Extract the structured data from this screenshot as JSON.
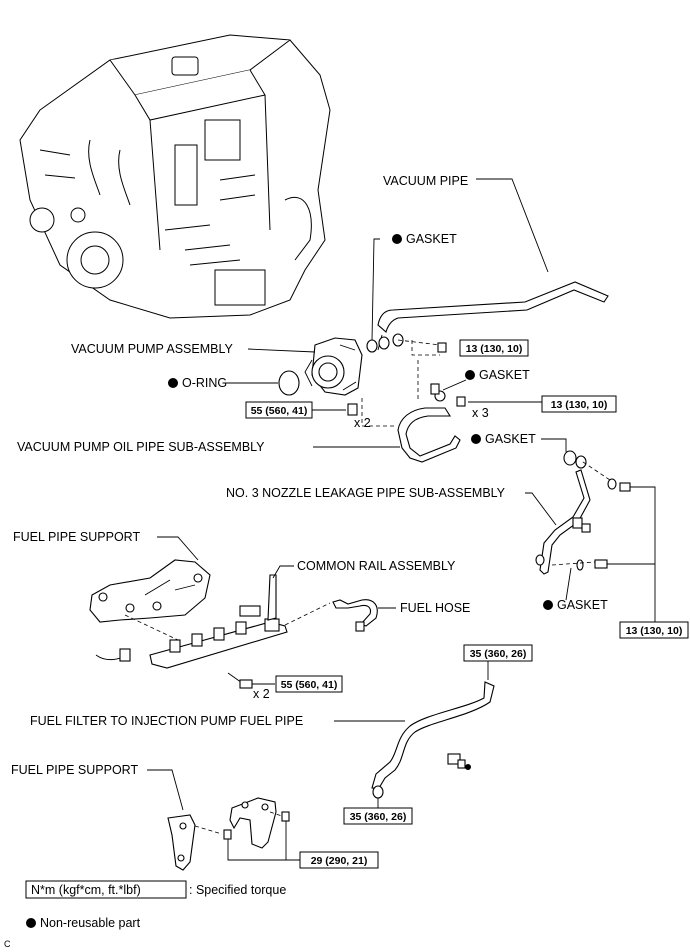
{
  "labels": {
    "vacuum_pipe": "VACUUM PIPE",
    "gasket": "GASKET",
    "vacuum_pump_assembly": "VACUUM PUMP ASSEMBLY",
    "o_ring": "O-RING",
    "vacuum_pump_oil_pipe": "VACUUM PUMP OIL PIPE SUB-ASSEMBLY",
    "no3_nozzle_leakage_pipe": "NO. 3 NOZZLE LEAKAGE PIPE SUB-ASSEMBLY",
    "fuel_pipe_support": "FUEL PIPE SUPPORT",
    "common_rail_assembly": "COMMON RAIL ASSEMBLY",
    "fuel_hose": "FUEL HOSE",
    "fuel_filter_pipe": "FUEL FILTER TO INJECTION PUMP FUEL PIPE"
  },
  "torques": {
    "t13": "13 (130, 10)",
    "t55": "55 (560, 41)",
    "t35": "35 (360, 26)",
    "t29": "29 (290, 21)"
  },
  "multipliers": {
    "x2": "x 2",
    "x3": "x 3"
  },
  "legend": {
    "torque_unit": "N*m (kgf*cm, ft.*lbf)",
    "torque_text": ": Specified torque",
    "nonreusable_text": "Non-reusable part"
  },
  "corner_code": "C"
}
